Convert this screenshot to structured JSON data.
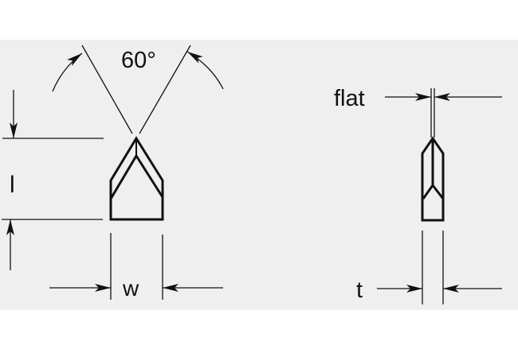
{
  "labels": {
    "angle": "60°",
    "length": "l",
    "width": "w",
    "flat": "flat",
    "thickness": "t"
  },
  "colors": {
    "background": "#efefef",
    "ink": "#111111"
  }
}
